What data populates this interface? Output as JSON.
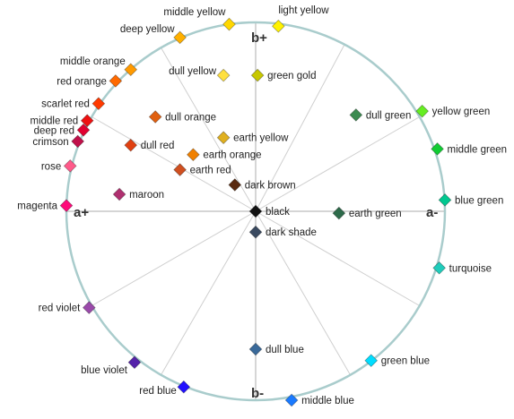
{
  "chart_data": {
    "type": "scatter",
    "axes": {
      "a_plus": "a+",
      "a_minus": "a-",
      "b_plus": "b+",
      "b_minus": "b-"
    },
    "colors": {
      "circle": "#a9cccc",
      "spoke": "#cfcfcf",
      "axis": "#bcbcbc"
    },
    "points": [
      {
        "name": "light yellow",
        "a": -0.12,
        "b": 0.98,
        "color": "#fff200"
      },
      {
        "name": "middle yellow",
        "a": 0.14,
        "b": 0.99,
        "color": "#ffd700"
      },
      {
        "name": "deep yellow",
        "a": 0.4,
        "b": 0.92,
        "color": "#ffb000"
      },
      {
        "name": "middle orange",
        "a": 0.66,
        "b": 0.75,
        "color": "#ff9a00"
      },
      {
        "name": "red orange",
        "a": 0.74,
        "b": 0.69,
        "color": "#ff6a00"
      },
      {
        "name": "scarlet red",
        "a": 0.83,
        "b": 0.57,
        "color": "#ff3a00"
      },
      {
        "name": "middle red",
        "a": 0.89,
        "b": 0.48,
        "color": "#ee1111"
      },
      {
        "name": "deep red",
        "a": 0.91,
        "b": 0.43,
        "color": "#e00030"
      },
      {
        "name": "crimson",
        "a": 0.94,
        "b": 0.37,
        "color": "#c0104a"
      },
      {
        "name": "rose",
        "a": 0.98,
        "b": 0.24,
        "color": "#ff5a8a"
      },
      {
        "name": "magenta",
        "a": 1.0,
        "b": 0.03,
        "color": "#ff0a7a"
      },
      {
        "name": "maroon",
        "a": 0.72,
        "b": 0.09,
        "color": "#b03070"
      },
      {
        "name": "dull yellow",
        "a": 0.17,
        "b": 0.72,
        "color": "#ffe040"
      },
      {
        "name": "green gold",
        "a": -0.01,
        "b": 0.72,
        "color": "#c8c800"
      },
      {
        "name": "dull orange",
        "a": 0.53,
        "b": 0.5,
        "color": "#e06010"
      },
      {
        "name": "earth yellow",
        "a": 0.17,
        "b": 0.39,
        "color": "#e0b020"
      },
      {
        "name": "dull red",
        "a": 0.66,
        "b": 0.35,
        "color": "#e04010"
      },
      {
        "name": "earth orange",
        "a": 0.33,
        "b": 0.3,
        "color": "#f08000"
      },
      {
        "name": "earth red",
        "a": 0.4,
        "b": 0.22,
        "color": "#d05020"
      },
      {
        "name": "dark brown",
        "a": 0.11,
        "b": 0.14,
        "color": "#5a2a10"
      },
      {
        "name": "black",
        "a": 0.0,
        "b": 0.0,
        "color": "#111111"
      },
      {
        "name": "dark shade",
        "a": 0.0,
        "b": -0.11,
        "color": "#3a4a60"
      },
      {
        "name": "dull green",
        "a": -0.53,
        "b": 0.51,
        "color": "#3c8a50"
      },
      {
        "name": "earth green",
        "a": -0.44,
        "b": -0.01,
        "color": "#2d6a4a"
      },
      {
        "name": "yellow green",
        "a": -0.88,
        "b": 0.53,
        "color": "#66ee22"
      },
      {
        "name": "middle green",
        "a": -0.96,
        "b": 0.33,
        "color": "#11cc33"
      },
      {
        "name": "blue green",
        "a": -1.0,
        "b": 0.06,
        "color": "#00c890"
      },
      {
        "name": "turquoise",
        "a": -0.97,
        "b": -0.3,
        "color": "#20ccbb"
      },
      {
        "name": "green blue",
        "a": -0.61,
        "b": -0.79,
        "color": "#00ddff"
      },
      {
        "name": "middle blue",
        "a": -0.19,
        "b": -1.0,
        "color": "#1a7aff"
      },
      {
        "name": "dull blue",
        "a": 0.0,
        "b": -0.73,
        "color": "#3a6a9a"
      },
      {
        "name": "red blue",
        "a": 0.38,
        "b": -0.93,
        "color": "#2211ff"
      },
      {
        "name": "blue violet",
        "a": 0.64,
        "b": -0.8,
        "color": "#5522aa"
      },
      {
        "name": "red violet",
        "a": 0.88,
        "b": -0.51,
        "color": "#9a4aaa"
      }
    ]
  }
}
